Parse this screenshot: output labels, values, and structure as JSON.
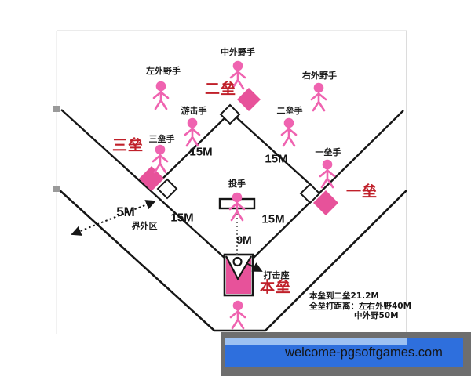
{
  "field": {
    "base_labels": {
      "first": "一垒",
      "second": "二垒",
      "third": "三垒",
      "home": "本垒"
    },
    "position_labels": {
      "center_fielder": "中外野手",
      "left_fielder": "左外野手",
      "right_fielder": "右外野手",
      "shortstop": "游击手",
      "second_baseman": "二垒手",
      "third_baseman": "三垒手",
      "first_baseman": "一垒手",
      "pitcher": "投手"
    },
    "annotations": {
      "batting_tee": "打击座",
      "foul_zone": "界外区"
    },
    "distances": {
      "base_to_base": "15M",
      "pitcher_to_home": "9M",
      "foul_width": "5M"
    },
    "info_notes": {
      "line1": "本垒到二垒21.2M",
      "line2": "全垒打距离：左右外野40M",
      "line3": "中外野50M"
    }
  },
  "watermark": {
    "text": "welcome-pgsoftgames.com",
    "bg_color": "#2e6fdd",
    "strip_color": "#9dc1f2",
    "backdrop_color": "#6e6e6e"
  },
  "colors": {
    "figure_pink": "#ef63b0",
    "base_pink": "#e7529a",
    "label_red": "#c0202a",
    "line_black": "#161616"
  }
}
